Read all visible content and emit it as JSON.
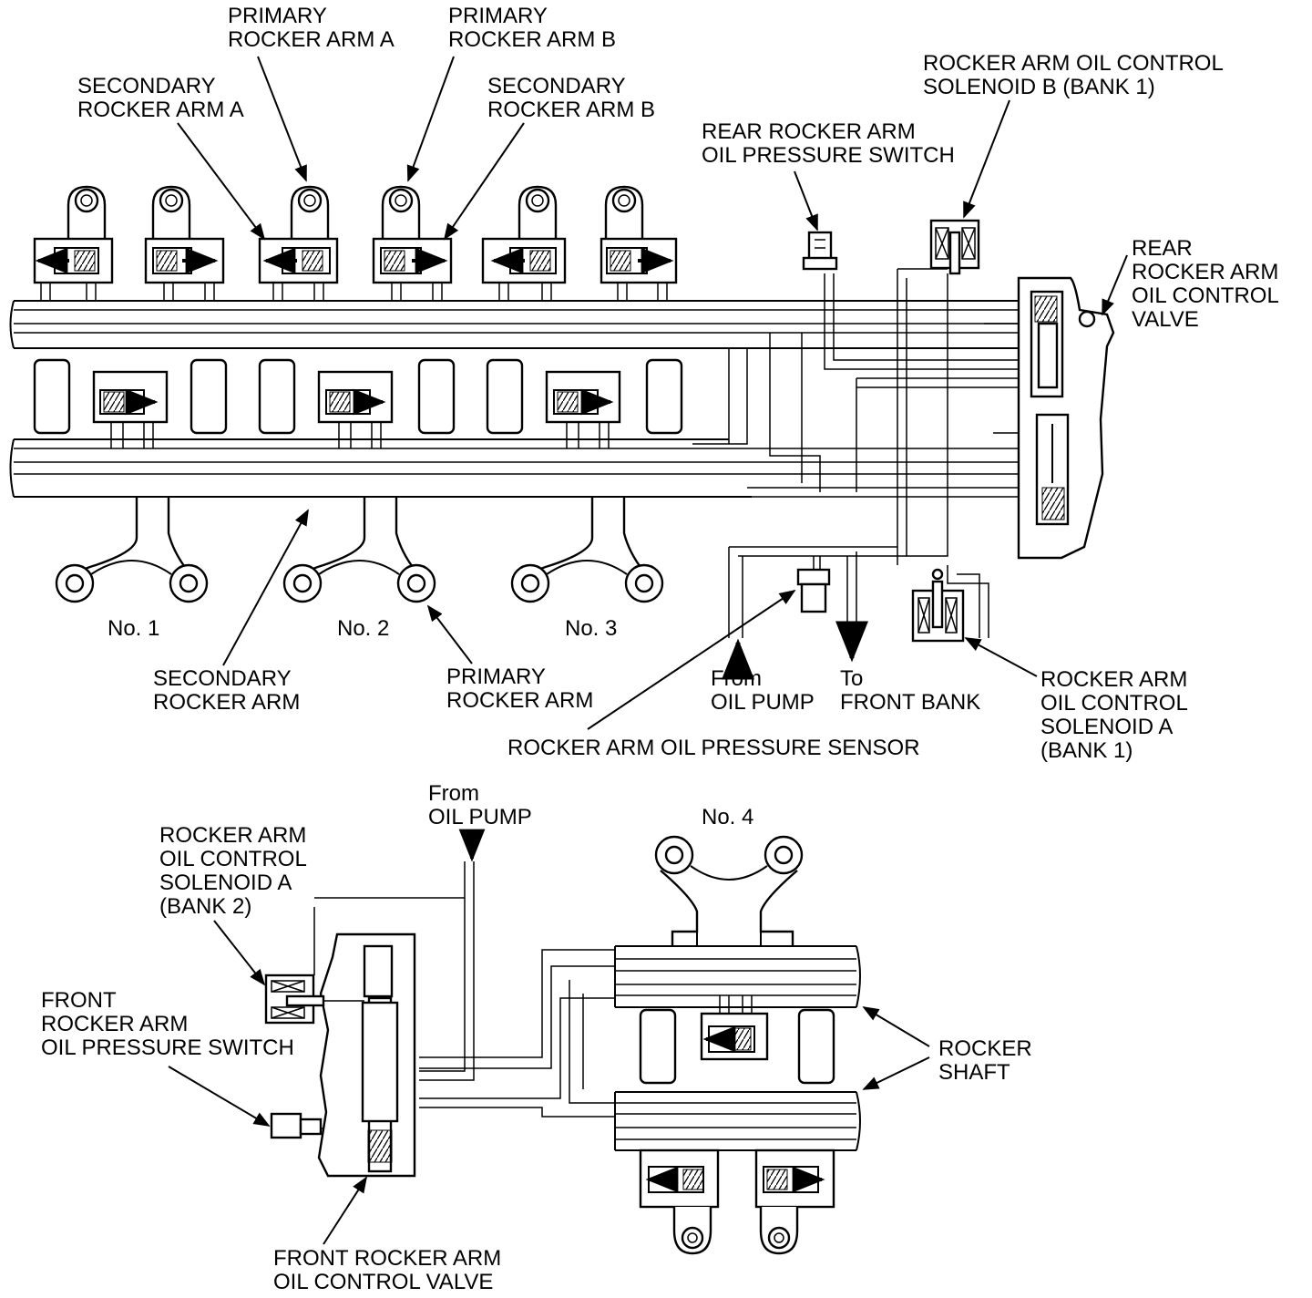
{
  "labels": {
    "primary_a_1": "PRIMARY",
    "primary_a_2": "ROCKER ARM A",
    "primary_b_1": "PRIMARY",
    "primary_b_2": "ROCKER ARM B",
    "secondary_a_1": "SECONDARY",
    "secondary_a_2": "ROCKER ARM A",
    "secondary_b_1": "SECONDARY",
    "secondary_b_2": "ROCKER ARM B",
    "solenoid_b_1": "ROCKER ARM OIL CONTROL",
    "solenoid_b_2": "SOLENOID B (BANK 1)",
    "rear_switch_1": "REAR ROCKER ARM",
    "rear_switch_2": "OIL PRESSURE SWITCH",
    "rear_valve_1": "REAR",
    "rear_valve_2": "ROCKER ARM",
    "rear_valve_3": "OIL CONTROL",
    "rear_valve_4": "VALVE",
    "cyl_1": "No. 1",
    "cyl_2": "No. 2",
    "cyl_3": "No. 3",
    "cyl_4": "No. 4",
    "secondary_arm_1": "SECONDARY",
    "secondary_arm_2": "ROCKER ARM",
    "primary_arm_1": "PRIMARY",
    "primary_arm_2": "ROCKER ARM",
    "from_pump_1": "From",
    "from_pump_2": "OIL PUMP",
    "to_front_1": "To",
    "to_front_2": "FRONT BANK",
    "solenoid_a1_1": "ROCKER ARM",
    "solenoid_a1_2": "OIL CONTROL",
    "solenoid_a1_3": "SOLENOID A",
    "solenoid_a1_4": "(BANK 1)",
    "pressure_sensor": "ROCKER ARM OIL PRESSURE SENSOR",
    "from_pump_b_1": "From",
    "from_pump_b_2": "OIL PUMP",
    "solenoid_a2_1": "ROCKER ARM",
    "solenoid_a2_2": "OIL CONTROL",
    "solenoid_a2_3": "SOLENOID A",
    "solenoid_a2_4": "(BANK 2)",
    "front_switch_1": "FRONT",
    "front_switch_2": "ROCKER ARM",
    "front_switch_3": "OIL PRESSURE SWITCH",
    "rocker_shaft_1": "ROCKER",
    "rocker_shaft_2": "SHAFT",
    "front_valve_1": "FRONT ROCKER ARM",
    "front_valve_2": "OIL CONTROL VALVE"
  }
}
